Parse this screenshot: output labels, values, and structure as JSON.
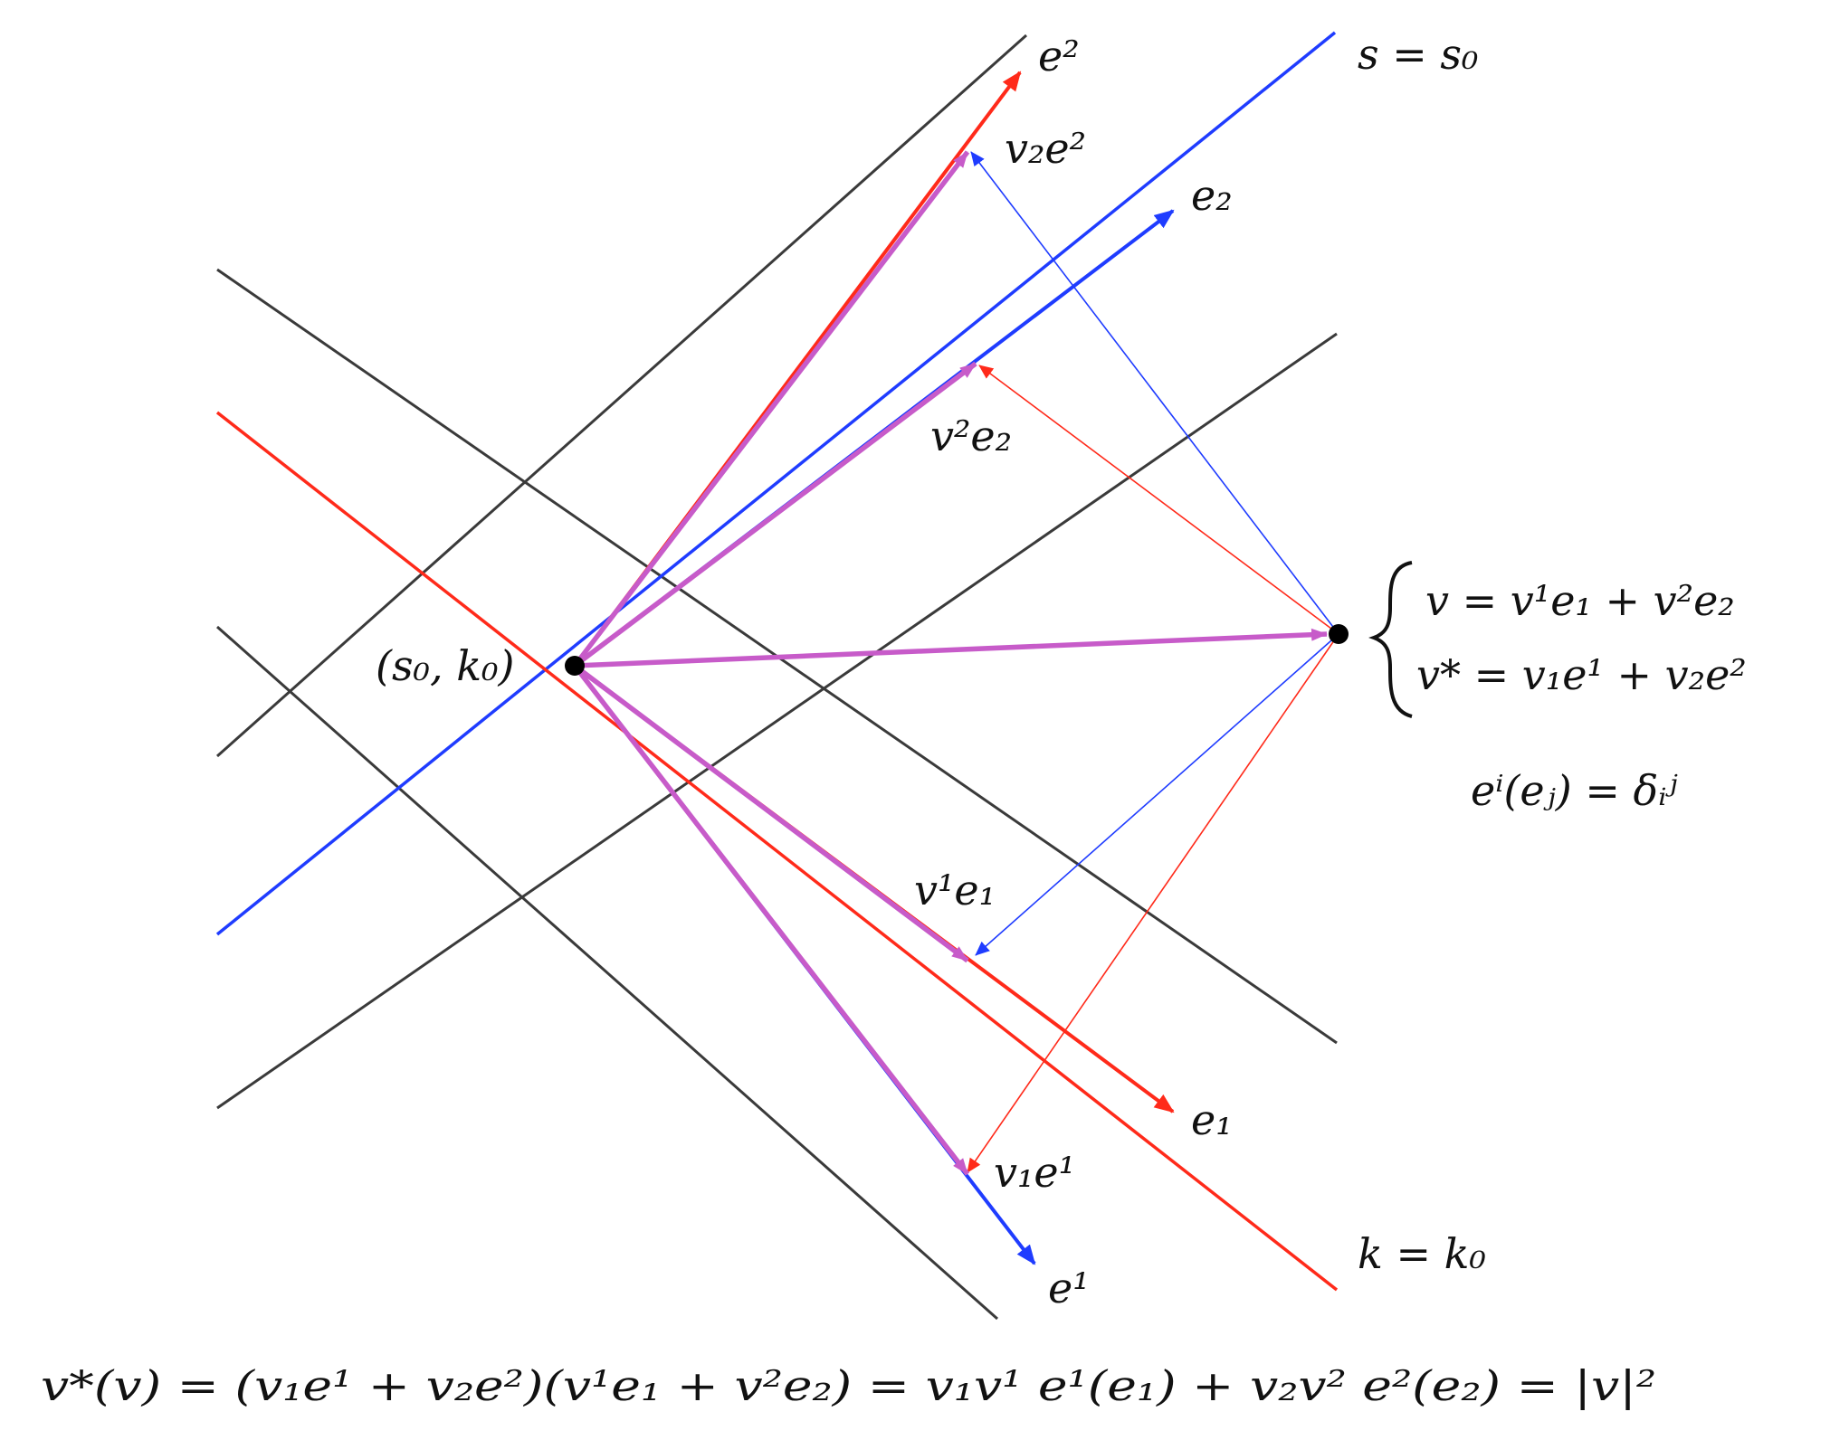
{
  "colors": {
    "red": "#ff2a1a",
    "blue": "#1f3cff",
    "magenta": "#c75bc9",
    "grid": "#3a3a3a"
  },
  "labels": {
    "e_upper_2": "e²",
    "s_eq_s0": "s = s₀",
    "v2_e_upper_2": "v₂e²",
    "e_lower_2": "e₂",
    "v_upper_2_e2": "v²e₂",
    "point": "(s₀, k₀)",
    "v_upper_1_e1": "v¹e₁",
    "e_lower_1": "e₁",
    "v1_e_upper_1": "v₁e¹",
    "k_eq_k0": "k = k₀",
    "e_upper_1": "e¹"
  },
  "system": {
    "line1": "v = v¹e₁ + v²e₂",
    "line2": "v* = v₁e¹ + v₂e²",
    "duality": "eⁱ(eⱼ) = δᵢʲ"
  },
  "bottom_formula": "v*(v) = (v₁e¹ + v₂e²)(v¹e₁ + v²e₂)  = v₁v¹ e¹(e₁) + v₂v² e²(e₂)  = |v|²"
}
